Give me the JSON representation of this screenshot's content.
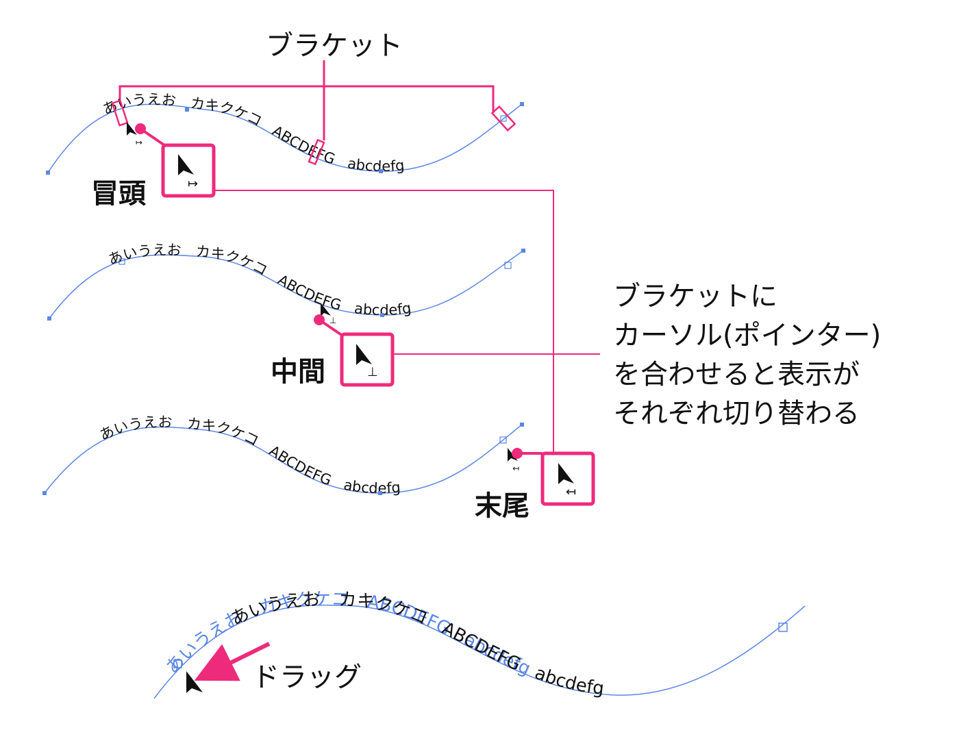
{
  "colors": {
    "accent": "#ee2a7b",
    "path": "#5b86e5",
    "ink": "#111111"
  },
  "labels": {
    "bracket": "ブラケット",
    "start": "冒頭",
    "middle": "中間",
    "end": "末尾",
    "drag": "ドラッグ"
  },
  "note": {
    "lines": [
      "ブラケットに",
      "カーソル(ポインター)",
      "を合わせると表示が",
      "それぞれ切り替わる"
    ]
  },
  "examples": [
    {
      "text": "あいうえお　カキクケコ　ABCDEFG　abcdefg",
      "cursor": "start"
    },
    {
      "text": "あいうえお　カキクケコ　ABCDEFG　abcdefg",
      "cursor": "middle"
    },
    {
      "text": "あいうえお　カキクケコ　ABCDEFG　abcdefg",
      "cursor": "end"
    }
  ],
  "drag_example": {
    "original_text": "あいうえお　カキクケコ　ABCDEFG　abcdefg",
    "moved_text": "あいうえお　カキクケコ　ABCDEFG　abcdefg"
  },
  "icons": {
    "cursor": "path-type-cursor-icon",
    "bracket": "bracket-handle-icon",
    "arrow": "drag-arrow-icon"
  }
}
